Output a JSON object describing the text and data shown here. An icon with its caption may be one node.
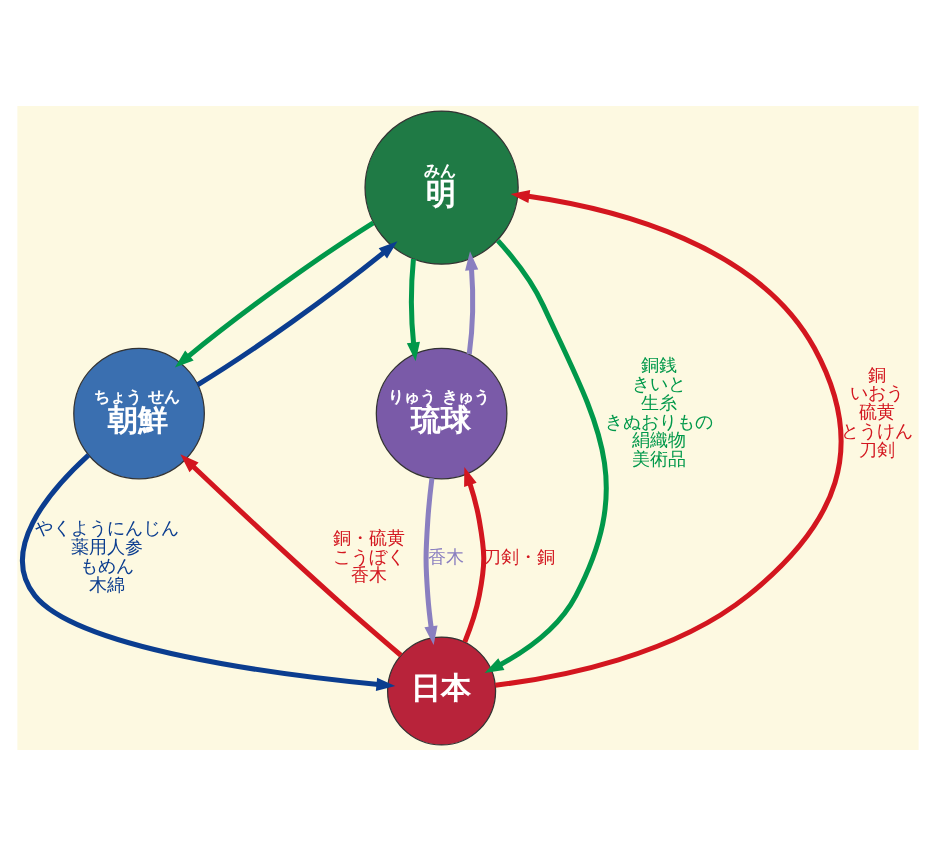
{
  "diagram": {
    "nodes": [
      {
        "text": [
          "みん",
          "明"
        ]
      },
      {
        "text": [
          "ちょう せん",
          "朝鮮"
        ]
      },
      {
        "text": [
          "りゅう きゅう",
          "琉球"
        ]
      },
      {
        "text": [
          "日本"
        ]
      }
    ],
    "edges": [
      {
        "from": 1,
        "to": 0,
        "arrow": "to",
        "color": "#0b3d8f"
      },
      {
        "from": 0,
        "to": 1,
        "arrow": "to",
        "color": "#00984a"
      },
      {
        "from": 0,
        "to": 2,
        "arrow": "to",
        "color": "#00984a"
      },
      {
        "from": 2,
        "to": 0,
        "arrow": "to",
        "color": "#8a7fc0"
      },
      {
        "from": 3,
        "to": 0,
        "arrow": "to",
        "color": "#d3161f",
        "label": [
          "銅",
          "いおう",
          "硫黄",
          "とうけん",
          "刀剣"
        ]
      },
      {
        "from": 0,
        "to": 3,
        "arrow": "to",
        "color": "#00984a",
        "label": [
          "銅銭",
          "きいと",
          "生糸",
          "きぬおりもの",
          "絹織物",
          "美術品"
        ]
      },
      {
        "from": 1,
        "to": 3,
        "arrow": "to",
        "color": "#0b3d8f",
        "label": [
          "やくようにんじん",
          "薬用人参",
          "もめん",
          "木綿"
        ]
      },
      {
        "from": 3,
        "to": 1,
        "arrow": "to",
        "color": "#d3161f",
        "label": [
          "銅・硫黄",
          "こうぼく",
          "香木"
        ]
      },
      {
        "from": 2,
        "to": 3,
        "arrow": "to",
        "color": "#8a7fc0",
        "label": "香木"
      },
      {
        "from": 3,
        "to": 2,
        "arrow": "to",
        "color": "#d3161f",
        "label": "刀剣・銅"
      }
    ]
  }
}
